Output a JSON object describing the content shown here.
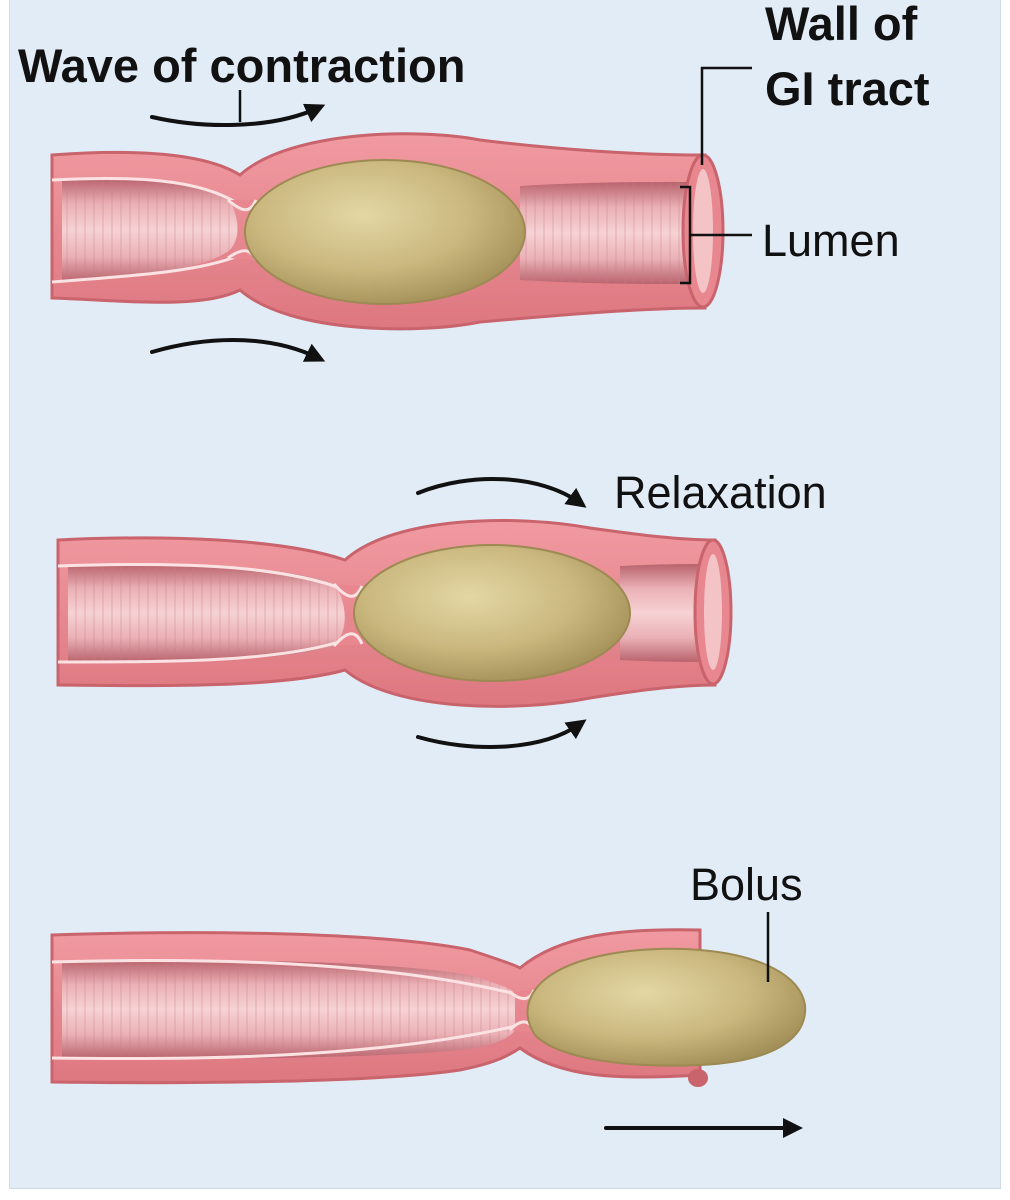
{
  "labels": {
    "wave_of_contraction": "Wave of contraction",
    "wall_of_line1": "Wall of",
    "wall_of_line2": "GI tract",
    "lumen": "Lumen",
    "relaxation": "Relaxation",
    "bolus": "Bolus"
  },
  "colors": {
    "background": "#e2ecf6",
    "wall": "#e8878f",
    "wall_edge": "#c9636c",
    "lumen_interior": "#e7a9ae",
    "bolus": "#c9b77e",
    "arrow": "#111111"
  }
}
